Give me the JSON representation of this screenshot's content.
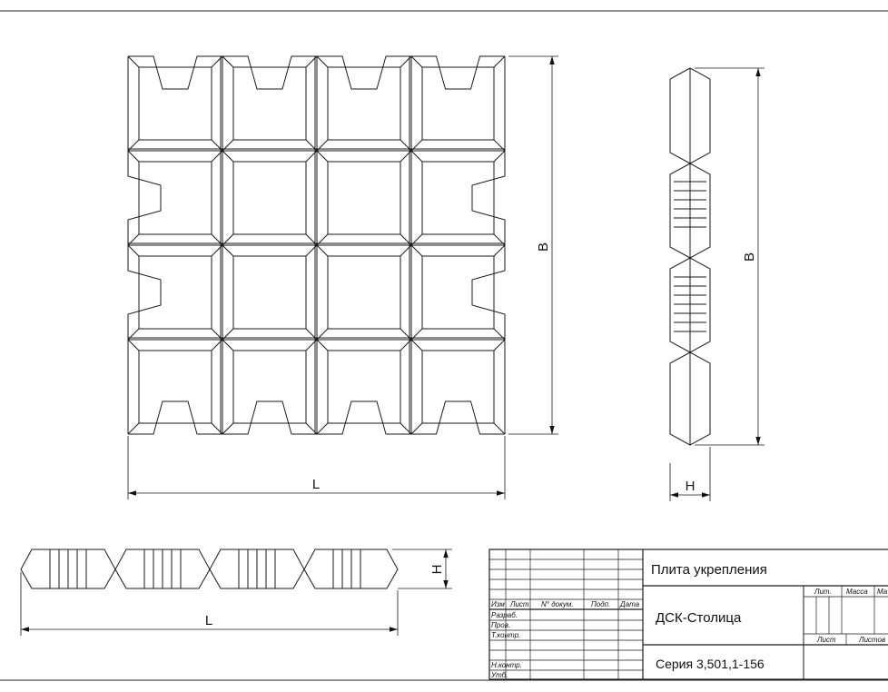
{
  "drawing": {
    "dimensions": {
      "length": "L",
      "width": "B",
      "height": "H"
    }
  },
  "title_block": {
    "product_name": "Плита укрепления",
    "organization": "ДСК-Столица",
    "series": "Серия 3,501,1-156",
    "headers": {
      "izm": "Изм",
      "list": "Лист",
      "doc_no": "N° докум.",
      "sign": "Подп.",
      "date": "Дата"
    },
    "roles": {
      "developer": "Разраб.",
      "checker": "Пров.",
      "tech_control": "Т.контр.",
      "norm_control": "Н.контр.",
      "approver": "Утб."
    },
    "stage_cols": {
      "lit": "Лит.",
      "mass": "Масса",
      "scale": "Ма"
    },
    "sheet_cols": {
      "sheet": "Лист",
      "sheets": "Листов"
    }
  }
}
